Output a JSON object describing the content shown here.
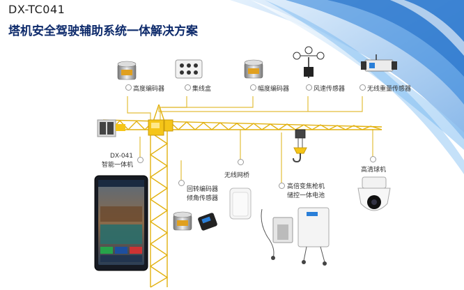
{
  "model": "DX-TC041",
  "headline": "塔机安全驾驶辅助系统一体解决方案",
  "labels": {
    "height_encoder": "高度编码器",
    "junction_box": "集线盒",
    "amplitude_encoder": "幅度编码器",
    "wind_sensor": "风速传感器",
    "wireless_weight": "无线重量传感器",
    "unit_line1": "DX-041",
    "unit_line2": "智能一体机",
    "slew_line1": "回转编码器",
    "slew_line2": "倾角传感器",
    "bridge": "无线网桥",
    "zoom_line1": "高倍变焦枪机",
    "zoom_line2": "储控一体电池",
    "hd_camera": "高清球机"
  },
  "colors": {
    "crane_yellow": "#f5c518",
    "headline_blue": "#0d2a6b",
    "swoosh_blue": "#2a7fd8"
  }
}
